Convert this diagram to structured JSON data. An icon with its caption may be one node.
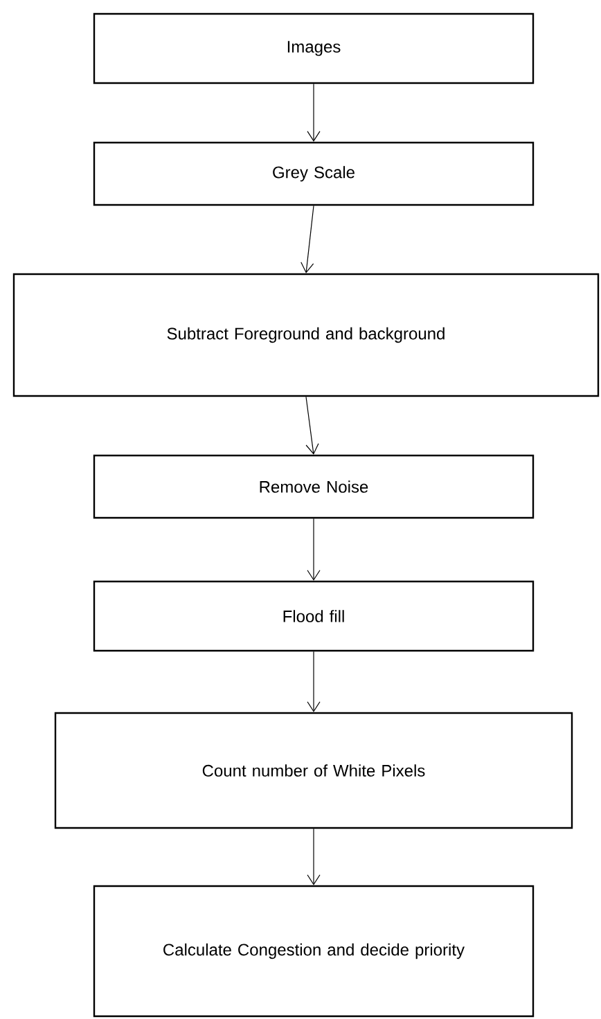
{
  "diagram": {
    "nodes": [
      {
        "text": [
          "Images"
        ]
      },
      {
        "text": [
          "Grey Scale"
        ]
      },
      {
        "text": [
          "Subtract Foreground and background"
        ]
      },
      {
        "text": [
          "Remove Noise"
        ]
      },
      {
        "text": [
          "Flood fill"
        ]
      },
      {
        "text": [
          "Count number of White Pixels"
        ]
      },
      {
        "text": [
          "Calculate Congestion and decide priority"
        ]
      }
    ],
    "edges": [
      {
        "from": 0,
        "to": 1,
        "arrow": "to"
      },
      {
        "from": 1,
        "to": 2,
        "arrow": "to"
      },
      {
        "from": 2,
        "to": 3,
        "arrow": "to"
      },
      {
        "from": 3,
        "to": 4,
        "arrow": "to"
      },
      {
        "from": 4,
        "to": 5,
        "arrow": "to"
      },
      {
        "from": 5,
        "to": 6,
        "arrow": "to"
      }
    ]
  }
}
